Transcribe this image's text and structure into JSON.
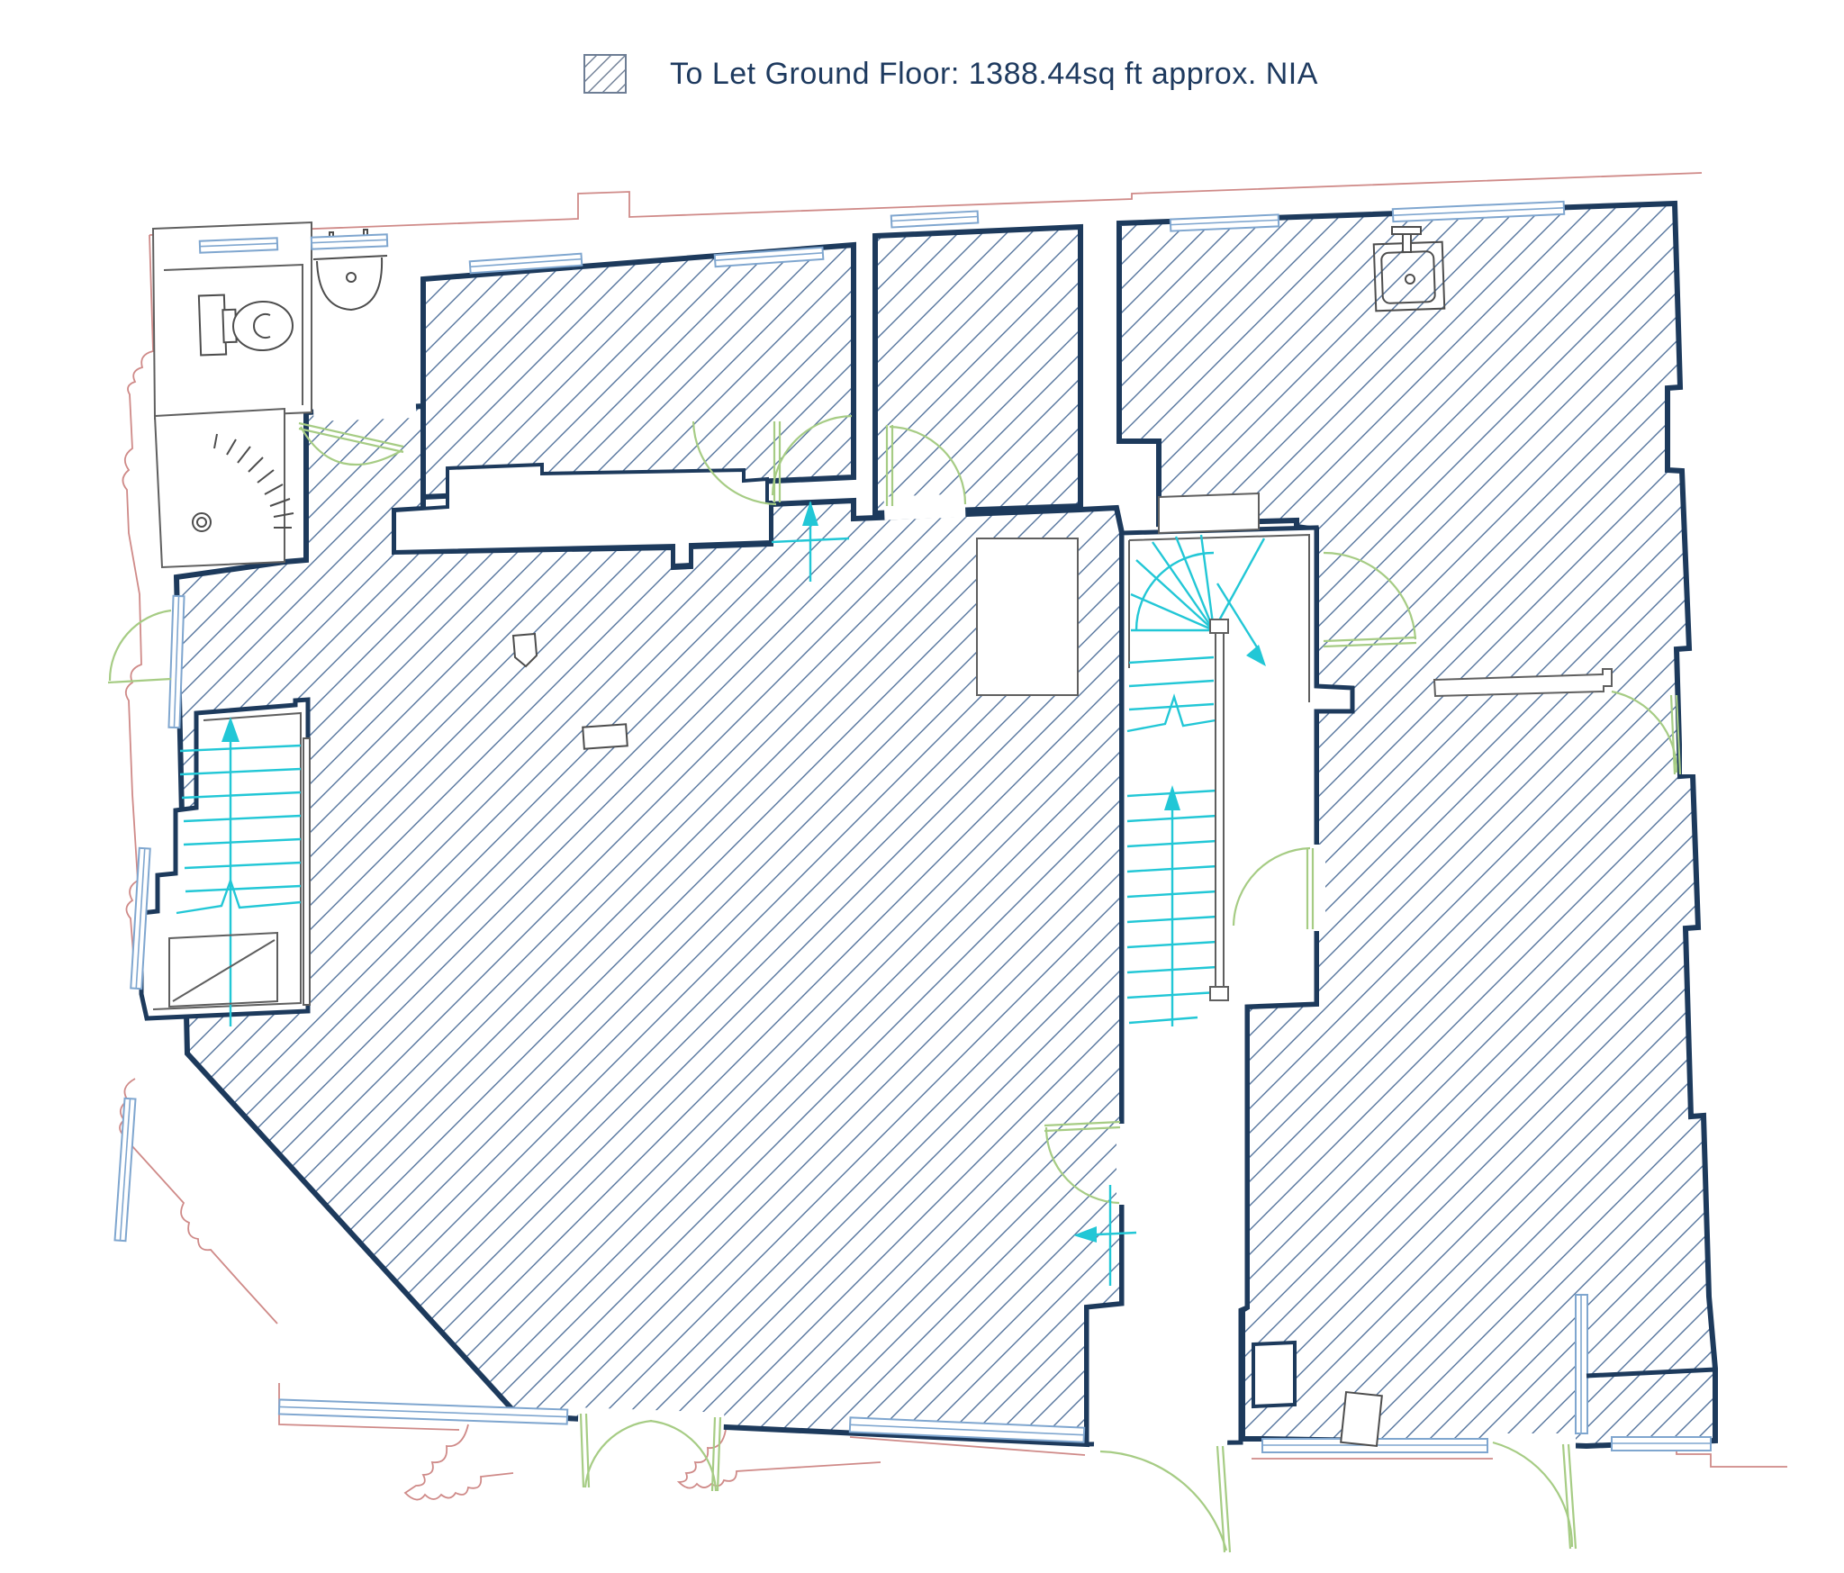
{
  "legend": {
    "swatch_icon": "diagonal-hatch-swatch-icon",
    "label": "To Let Ground Floor: 1388.44sq ft approx. NIA"
  },
  "colors": {
    "wall": "#1d3a5c",
    "hatch": "#54749d",
    "trim": "#cf8a88",
    "door": "#a6cc84",
    "stair": "#22c7d6",
    "window": "#7fa6cf",
    "thin": "#5f5f5f",
    "text": "#1e3a5f",
    "fixture": "#4d4d4d"
  },
  "plan": {
    "type": "ground-floor-letting-plan",
    "hatched_area_meaning": "To Let Ground Floor: 1388.44sq ft approx. NIA",
    "fixtures": [
      "toilet",
      "wash-basin",
      "shower",
      "kitchen-sink",
      "counter-partition"
    ],
    "stairs": [
      "left-straight-stair-up",
      "central-winder-stair-down",
      "central-straight-stair-up"
    ],
    "symbols": [
      "door-swing",
      "window-glazing",
      "step-arrow",
      "exterior-moulding-outline"
    ]
  }
}
